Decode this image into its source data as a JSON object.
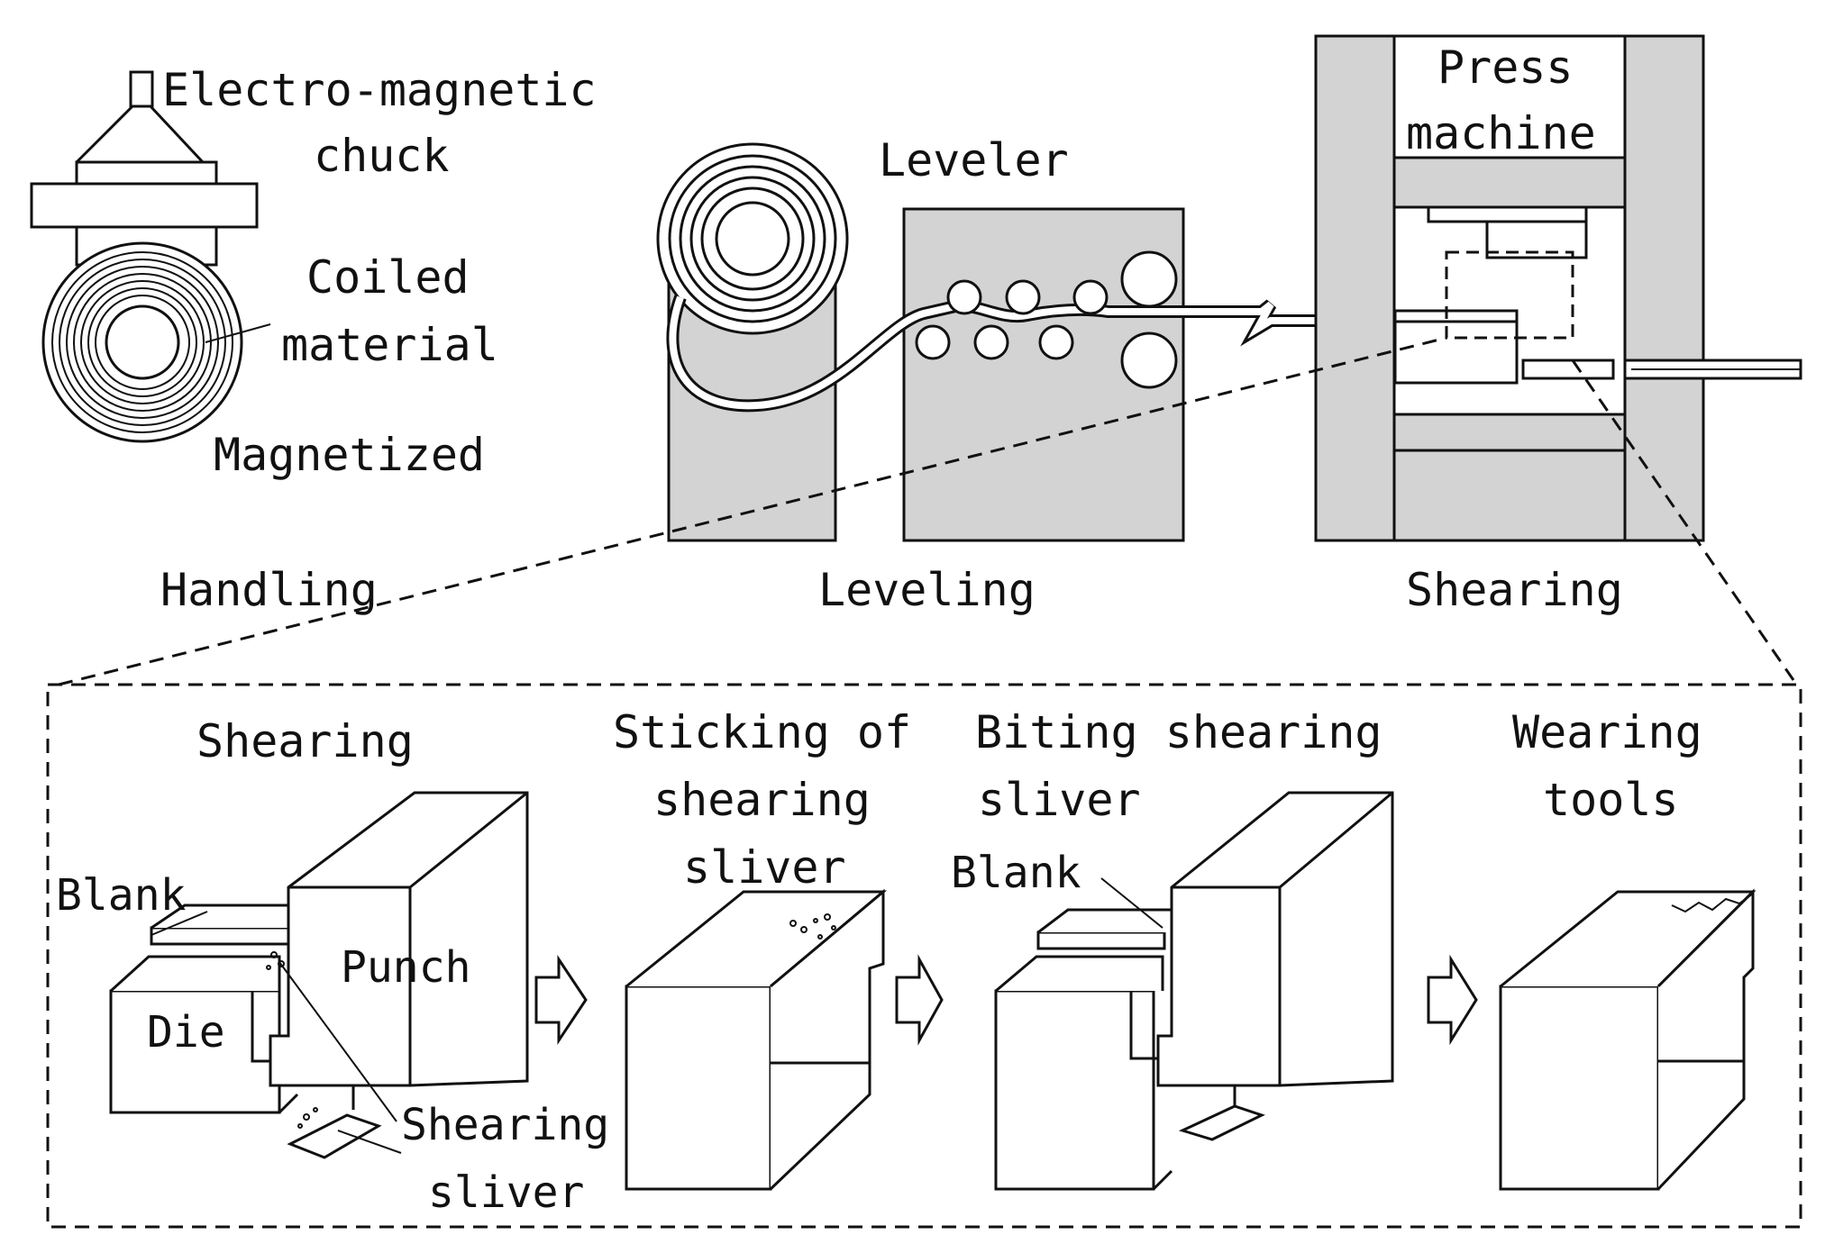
{
  "colors": {
    "machine_fill": "#d3d3d3",
    "stroke": "#111111",
    "background": "#ffffff"
  },
  "top": {
    "chuck": {
      "line1": "Electro-magnetic",
      "line2": "chuck"
    },
    "coil": {
      "line1": "Coiled",
      "line2": "material"
    },
    "magnetized": "Magnetized",
    "leveler": "Leveler",
    "press": {
      "line1": "Press",
      "line2": "machine"
    },
    "stages": {
      "handling": "Handling",
      "leveling": "Leveling",
      "shearing": "Shearing"
    }
  },
  "bottom": {
    "steps": [
      {
        "lines": [
          "Shearing"
        ]
      },
      {
        "lines": [
          "Sticking of",
          "shearing",
          "sliver"
        ]
      },
      {
        "lines": [
          "Biting shearing",
          "sliver"
        ]
      },
      {
        "lines": [
          "Wearing",
          "tools"
        ]
      }
    ],
    "labels": {
      "blank1": "Blank",
      "punch": "Punch",
      "die": "Die",
      "sliver": {
        "line1": "Shearing",
        "line2": "sliver"
      },
      "blank2": "Blank"
    }
  }
}
